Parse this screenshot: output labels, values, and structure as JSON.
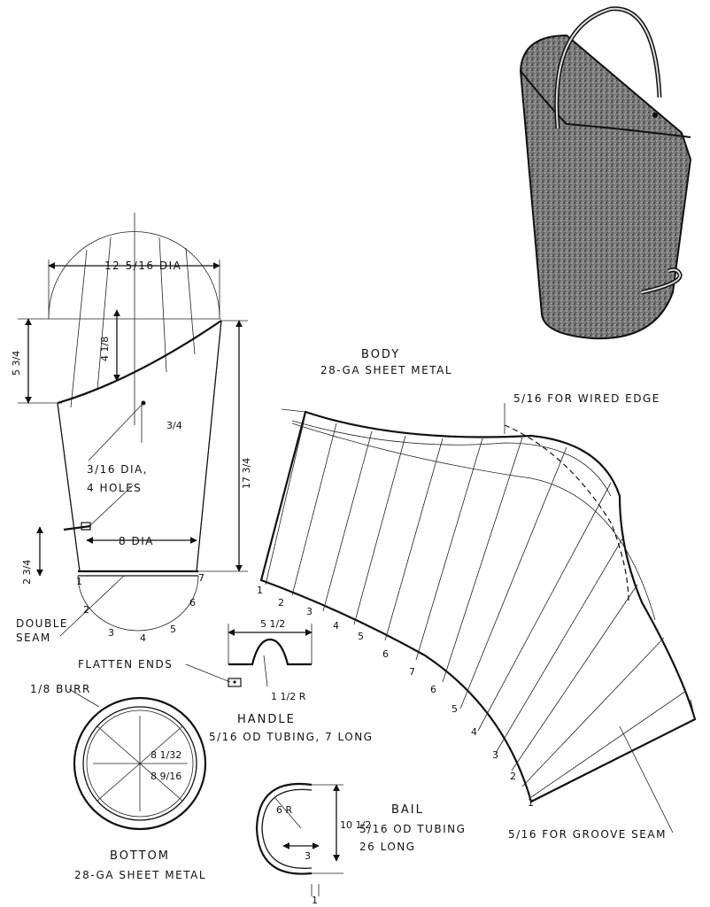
{
  "side_view": {
    "top_dia": "12 5/16 DIA",
    "bottom_dia": "8 DIA",
    "dim_slant_height": "5 3/4",
    "dim_offset": "4 1/8",
    "dim_hole_offset": "3/4",
    "dim_total_height": "17 3/4",
    "dim_handle_height": "2 3/4",
    "holes_note_line1": "3/16 DIA,",
    "holes_note_line2": "4 HOLES",
    "double_seam_line1": "DOUBLE",
    "double_seam_line2": "SEAM",
    "division_numbers": [
      "1",
      "2",
      "3",
      "4",
      "5",
      "6",
      "7"
    ]
  },
  "body": {
    "title": "BODY",
    "material": "28-GA SHEET METAL",
    "wired_edge_note": "5/16 FOR WIRED EDGE",
    "groove_seam_note": "5/16 FOR GROOVE SEAM",
    "division_numbers": [
      "1",
      "2",
      "3",
      "4",
      "5",
      "6",
      "7",
      "6",
      "5",
      "4",
      "3",
      "2",
      "1"
    ]
  },
  "handle": {
    "title": "HANDLE",
    "length": "5 1/2",
    "radius": "1 1/2 R",
    "flatten_note": "FLATTEN ENDS",
    "spec_line1": "5/16 OD TUBING, 7 LONG"
  },
  "bottom": {
    "title": "BOTTOM",
    "material": "28-GA SHEET METAL",
    "burr": "1/8 BURR",
    "dia_inner": "8 1/32",
    "dia_outer": "8 9/16"
  },
  "bail": {
    "title": "BAIL",
    "radius": "6 R",
    "height": "10 1/2",
    "dim_offset": "3",
    "dim_end": "1",
    "spec_line1": "5/16 OD TUBING",
    "spec_line2": "26 LONG"
  }
}
